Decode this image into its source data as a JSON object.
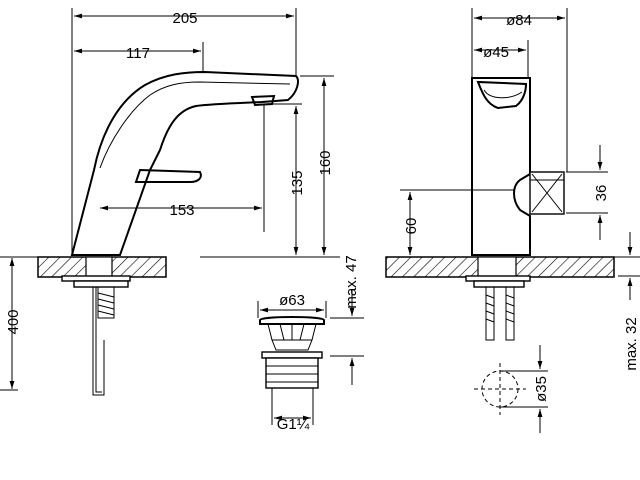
{
  "dimensions": {
    "width_total": "205",
    "width_lever": "117",
    "spout_reach": "153",
    "height_total": "160",
    "height_spout": "135",
    "below_deck": "400",
    "max_thickness": "max. 47",
    "diameter_body": "ø84",
    "diameter_top": "ø45",
    "lever_height": "36",
    "deck_height": "60",
    "max_right": "max. 32",
    "diameter_waste": "ø63",
    "thread": "G1¼",
    "hole_diameter": "ø35"
  }
}
